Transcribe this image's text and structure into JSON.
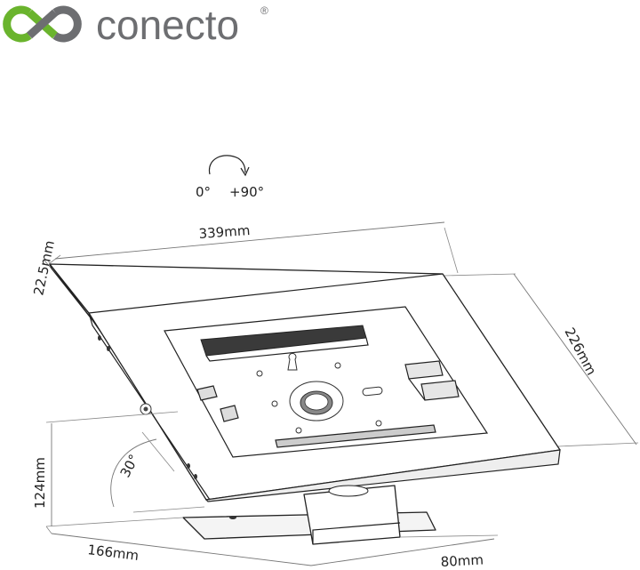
{
  "brand": {
    "name": "conecto",
    "registered_mark": "®",
    "logo_icon": "infinity-loop-logo-icon",
    "colors": {
      "green": "#6ab42d",
      "gray": "#6d6e71"
    }
  },
  "rotation": {
    "icon": "rotate-arrow-icon",
    "start_label": "0°",
    "end_label": "+90°"
  },
  "dimensions": {
    "width": "339mm",
    "depth": "22.5mm",
    "height": "226mm",
    "stand_height": "124mm",
    "tilt_angle": "30°",
    "base_depth": "166mm",
    "base_width": "80mm"
  }
}
